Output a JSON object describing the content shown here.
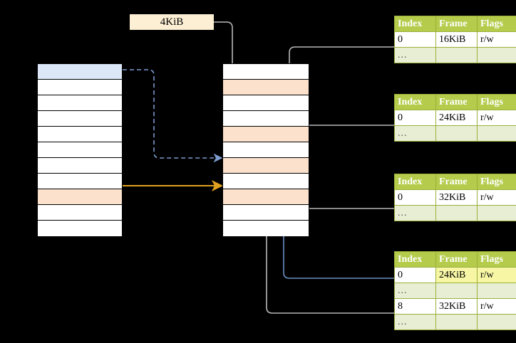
{
  "diagram": {
    "title_label": "4KiB",
    "colors": {
      "header_green": "#b4cb4b",
      "row_alt_green": "#e8eed4",
      "highlight_yellow": "#f6f6a4",
      "peach": "#fce2cc",
      "blue_row": "#dce8f8",
      "label_cream": "#fdefd3",
      "orange_arrow": "#e8a33d",
      "blue_arrow": "#6b8fc4",
      "gray_arrow": "#b0b0b0"
    }
  },
  "left_column": {
    "name": "virtual-address-space",
    "rows": [
      {
        "label": "",
        "fill": "blue"
      },
      {
        "label": "",
        "fill": "white"
      },
      {
        "label": "",
        "fill": "white"
      },
      {
        "label": "",
        "fill": "white"
      },
      {
        "label": "",
        "fill": "white"
      },
      {
        "label": "",
        "fill": "white"
      },
      {
        "label": "",
        "fill": "white"
      },
      {
        "label": "",
        "fill": "white"
      },
      {
        "label": "",
        "fill": "peach"
      },
      {
        "label": "",
        "fill": "white"
      },
      {
        "label": "",
        "fill": "white"
      }
    ]
  },
  "middle_column": {
    "name": "physical-memory",
    "rows": [
      {
        "label": "",
        "fill": "white"
      },
      {
        "label": "",
        "fill": "peach"
      },
      {
        "label": "",
        "fill": "white"
      },
      {
        "label": "",
        "fill": "white"
      },
      {
        "label": "",
        "fill": "peach"
      },
      {
        "label": "",
        "fill": "white"
      },
      {
        "label": "",
        "fill": "peach"
      },
      {
        "label": "",
        "fill": "white"
      },
      {
        "label": "",
        "fill": "peach"
      },
      {
        "label": "",
        "fill": "white"
      },
      {
        "label": "",
        "fill": "white"
      }
    ]
  },
  "tables": [
    {
      "name": "page-table-1",
      "headers": [
        "Index",
        "Frame",
        "Flags"
      ],
      "rows": [
        {
          "cells": [
            "0",
            "16KiB",
            "r/w"
          ],
          "alt": false,
          "highlight": []
        },
        {
          "cells": [
            "...",
            "",
            ""
          ],
          "alt": true,
          "highlight": []
        }
      ]
    },
    {
      "name": "page-table-2",
      "headers": [
        "Index",
        "Frame",
        "Flags"
      ],
      "rows": [
        {
          "cells": [
            "0",
            "24KiB",
            "r/w"
          ],
          "alt": false,
          "highlight": []
        },
        {
          "cells": [
            "...",
            "",
            ""
          ],
          "alt": true,
          "highlight": []
        }
      ]
    },
    {
      "name": "page-table-3",
      "headers": [
        "Index",
        "Frame",
        "Flags"
      ],
      "rows": [
        {
          "cells": [
            "0",
            "32KiB",
            "r/w"
          ],
          "alt": false,
          "highlight": []
        },
        {
          "cells": [
            "...",
            "",
            ""
          ],
          "alt": true,
          "highlight": []
        }
      ]
    },
    {
      "name": "page-table-4",
      "headers": [
        "Index",
        "Frame",
        "Flags"
      ],
      "rows": [
        {
          "cells": [
            "0",
            "24KiB",
            "r/w"
          ],
          "alt": false,
          "highlight": [
            1,
            2
          ]
        },
        {
          "cells": [
            "...",
            "",
            ""
          ],
          "alt": true,
          "highlight": []
        },
        {
          "cells": [
            "8",
            "32KiB",
            "r/w"
          ],
          "alt": false,
          "highlight": []
        },
        {
          "cells": [
            "...",
            "",
            ""
          ],
          "alt": true,
          "highlight": []
        }
      ]
    }
  ]
}
